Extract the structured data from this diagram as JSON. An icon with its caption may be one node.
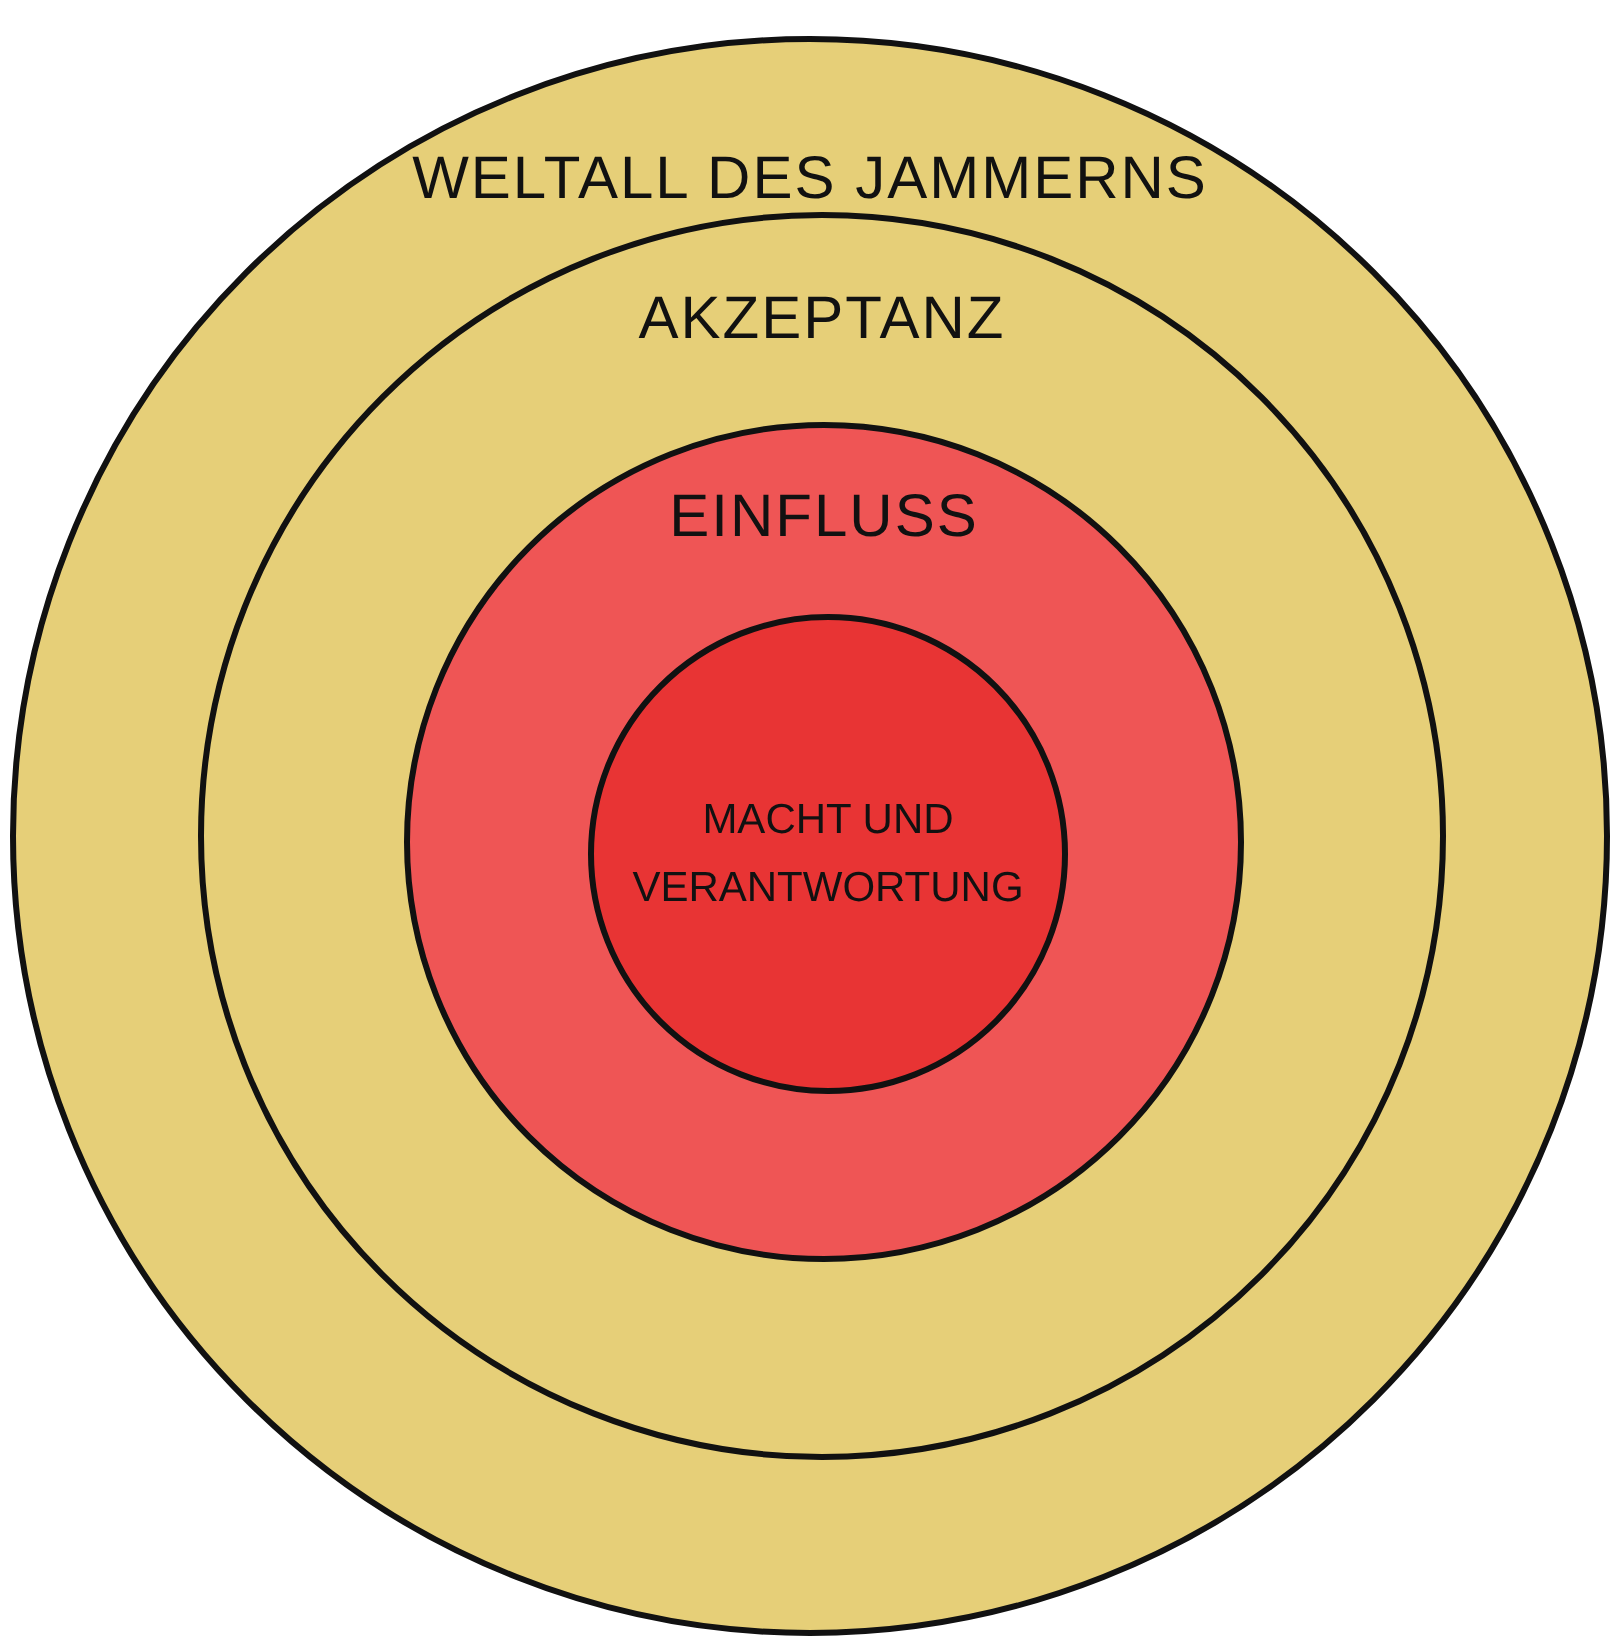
{
  "diagram": {
    "nodes": [
      {
        "text": [
          "WELTALL DES JAMMERNS"
        ]
      },
      {
        "text": [
          "AKZEPTANZ"
        ],
        "in": 0
      },
      {
        "text": [
          "EINFLUSS"
        ],
        "in": 1
      },
      {
        "text": [
          "MACHT UND VERANTWORTUNG"
        ],
        "in": 2
      }
    ]
  }
}
